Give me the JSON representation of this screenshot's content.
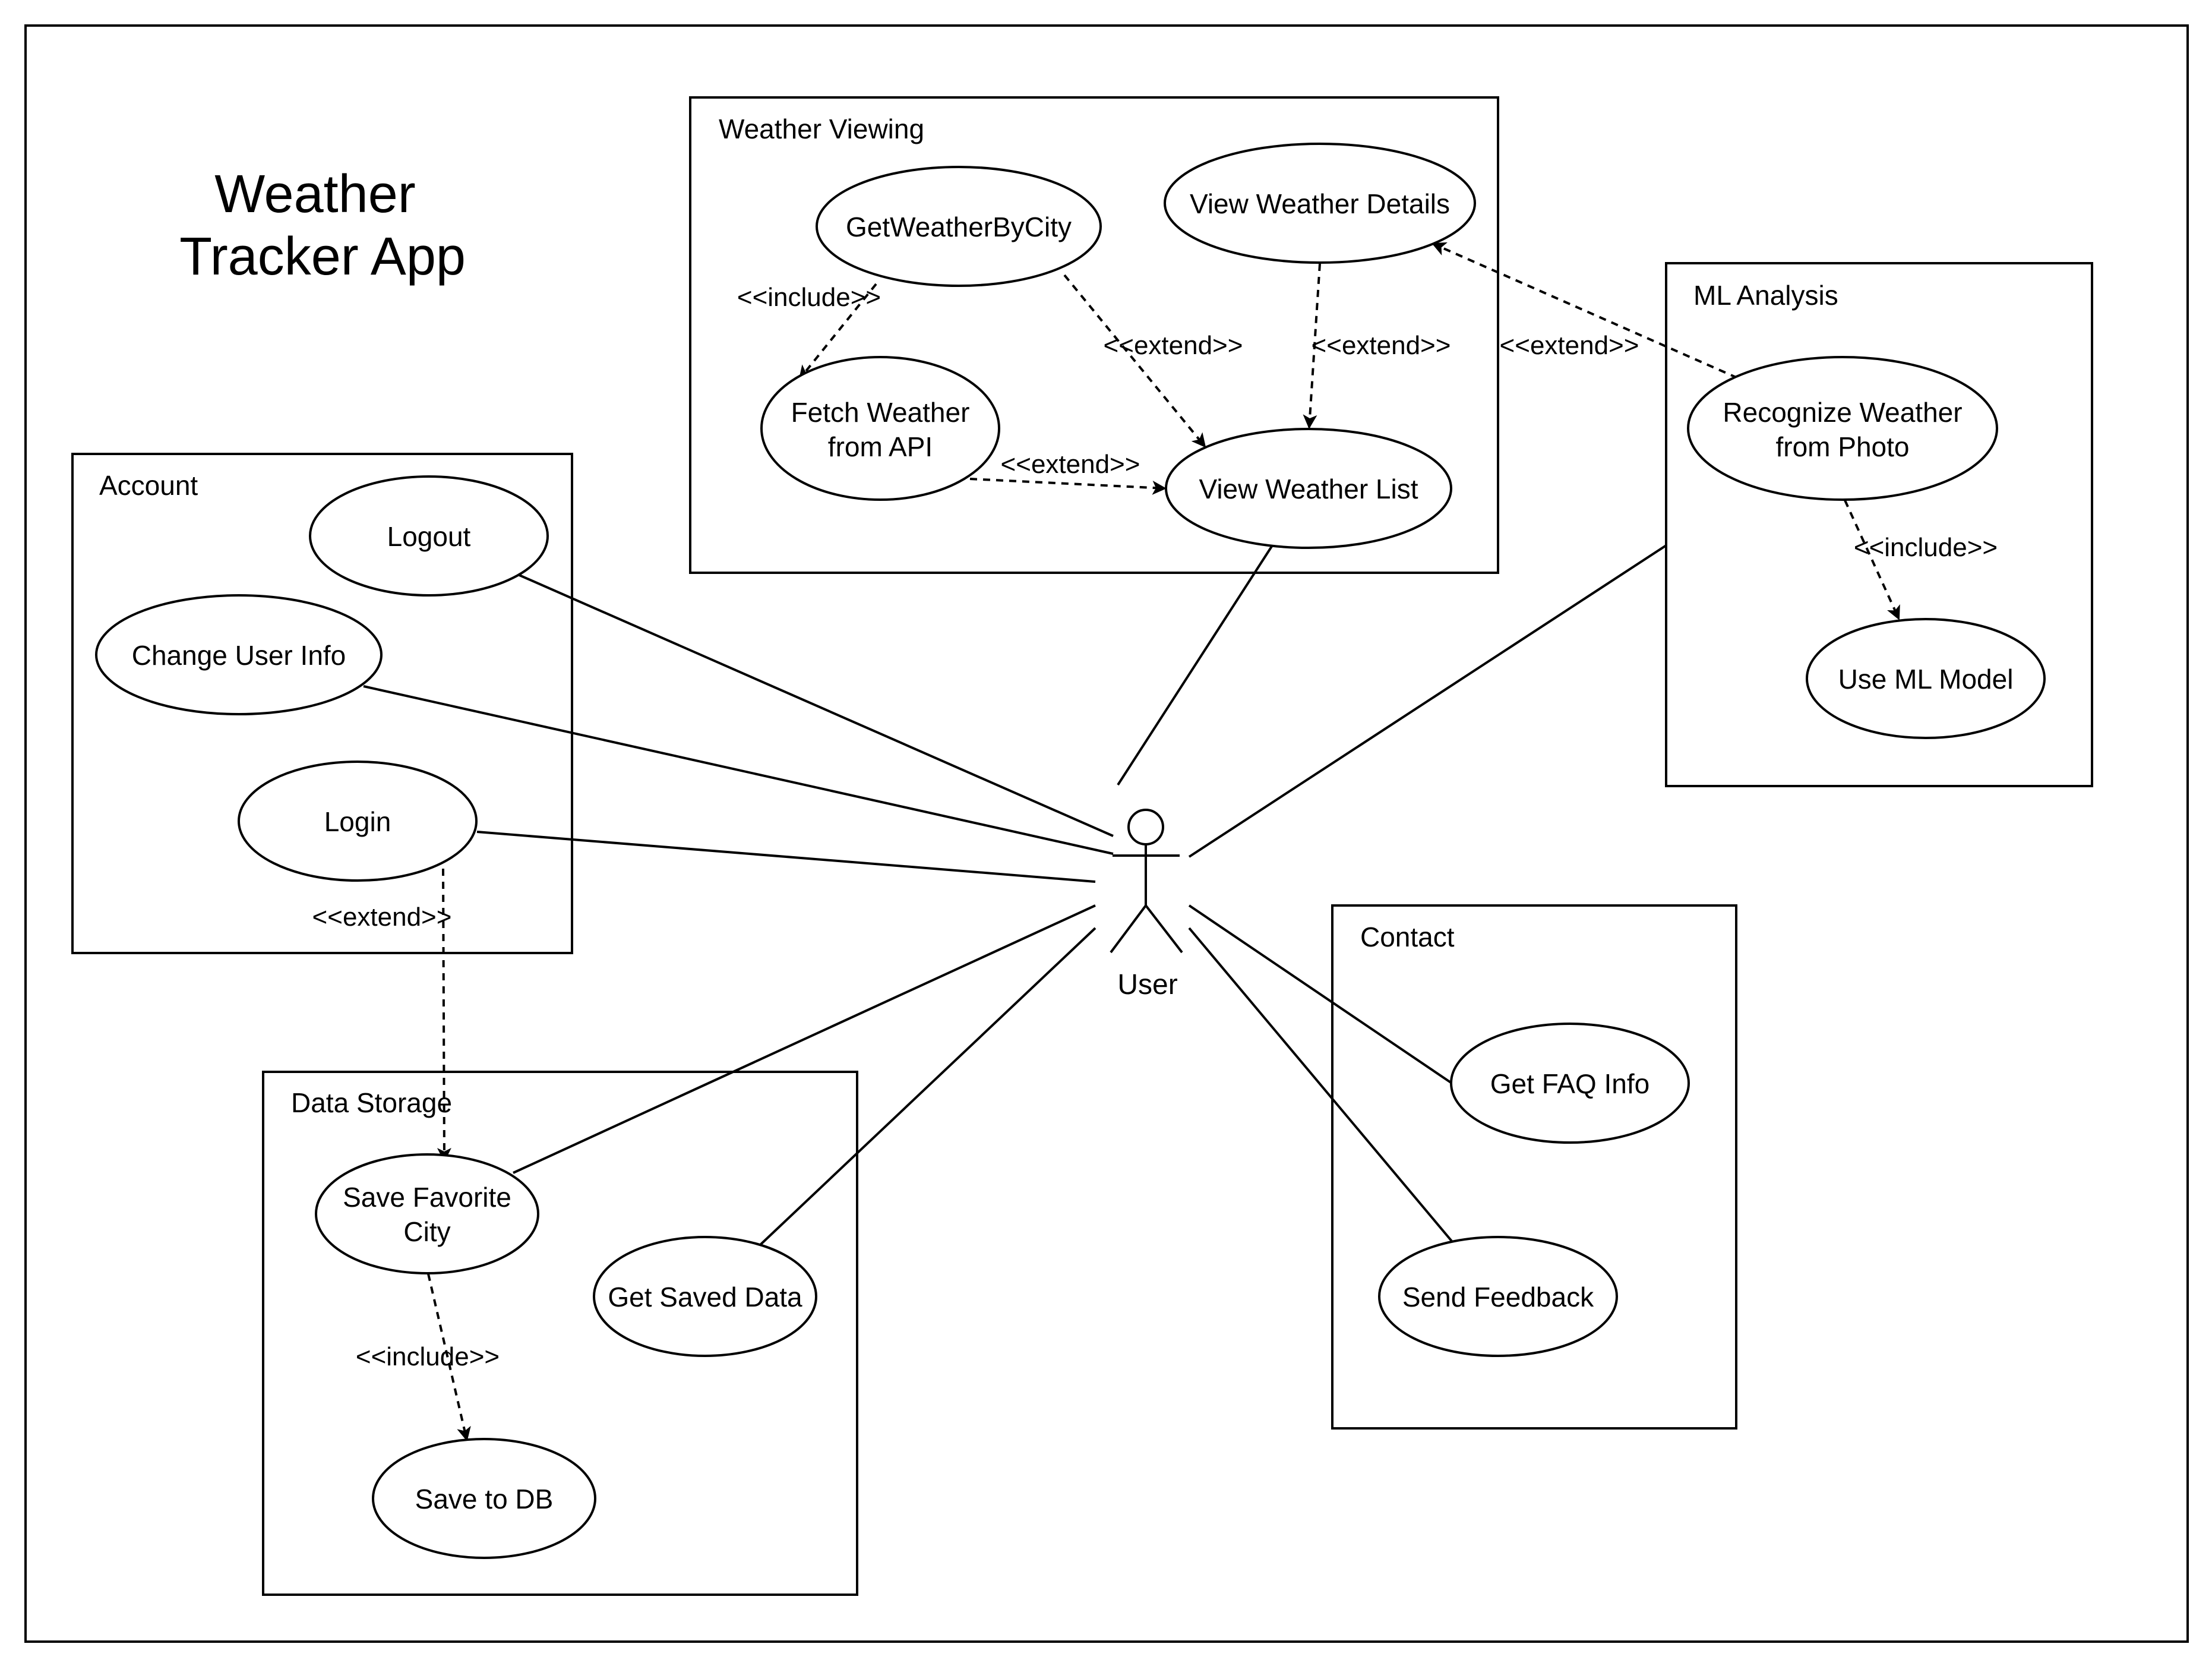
{
  "diagram": {
    "title_line1": "Weather",
    "title_line2": "Tracker App",
    "actor": {
      "label": "User"
    },
    "packages": {
      "weather_viewing": "Weather Viewing",
      "ml_analysis": "ML Analysis",
      "account": "Account",
      "data_storage": "Data Storage",
      "contact": "Contact"
    },
    "use_cases": {
      "get_weather_by_city": [
        "GetWeatherByCity"
      ],
      "view_weather_details": [
        "View Weather Details"
      ],
      "fetch_weather_api": [
        "Fetch Weather",
        "from API"
      ],
      "view_weather_list": [
        "View Weather List"
      ],
      "recognize_weather_photo": [
        "Recognize Weather",
        "from Photo"
      ],
      "use_ml_model": [
        "Use ML Model"
      ],
      "logout": [
        "Logout"
      ],
      "change_user_info": [
        "Change User Info"
      ],
      "login": [
        "Login"
      ],
      "save_favorite_city": [
        "Save Favorite",
        "City"
      ],
      "get_saved_data": [
        "Get Saved Data"
      ],
      "save_to_db": [
        "Save to DB"
      ],
      "get_faq_info": [
        "Get FAQ Info"
      ],
      "send_feedback": [
        "Send Feedback"
      ]
    },
    "relations": {
      "include_fetch": "<<include>>",
      "extend_city_to_list": "<<extend>>",
      "extend_details_to_list": "<<extend>>",
      "extend_fetch_to_list": "<<extend>>",
      "extend_photo_to_details": "<<extend>>",
      "include_ml_model": "<<include>>",
      "extend_login_to_save": "<<extend>>",
      "include_save_db": "<<include>>"
    }
  }
}
